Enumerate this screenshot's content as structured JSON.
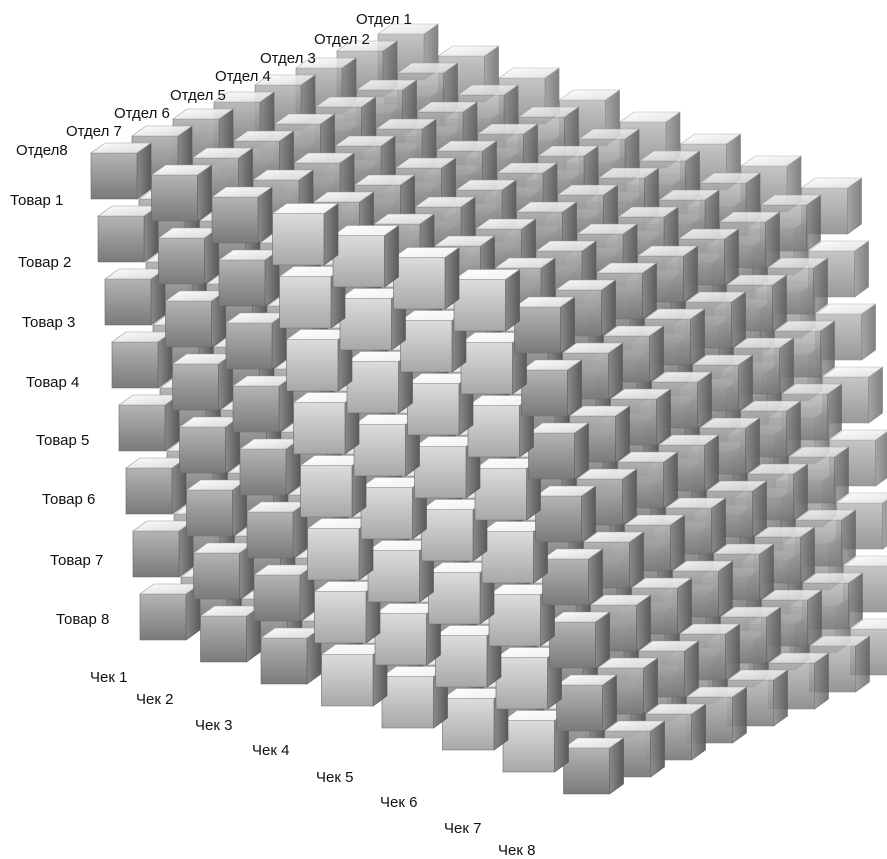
{
  "axes": {
    "departments": [
      "Отдел 1",
      "Отдел 2",
      "Отдел 3",
      "Отдел 4",
      "Отдел 5",
      "Отдел 6",
      "Отдел 7",
      "Отдел8"
    ],
    "products": [
      "Товар 1",
      "Товар 2",
      "Товар 3",
      "Товар 4",
      "Товар 5",
      "Товар 6",
      "Товар 7",
      "Товар 8"
    ],
    "receipts": [
      "Чек 1",
      "Чек 2",
      "Чек 3",
      "Чек 4",
      "Чек 5",
      "Чек 6",
      "Чек 7",
      "Чек 8"
    ]
  },
  "grid": {
    "departments": 8,
    "products": 8,
    "receipts": 8
  },
  "colors": {
    "cube_top": "#f2f2f2",
    "cube_front": "#9a9a9a",
    "cube_side": "#6e6e6e",
    "highlight_top": "#ffffff",
    "highlight_front": "#c8c8c8"
  }
}
